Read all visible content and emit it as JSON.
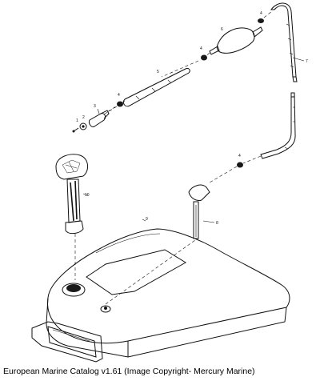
{
  "callouts": {
    "c1": "1",
    "c2": "2",
    "c3": "3",
    "c4a": "4",
    "c4b": "4",
    "c4c": "4",
    "c4d": "4",
    "c5": "5",
    "c6": "6",
    "c7": "7",
    "c8": "8",
    "c9": "9",
    "c10": "10"
  },
  "caption": "European Marine Catalog v1.61 (Image Copyright- Mercury Marine)"
}
